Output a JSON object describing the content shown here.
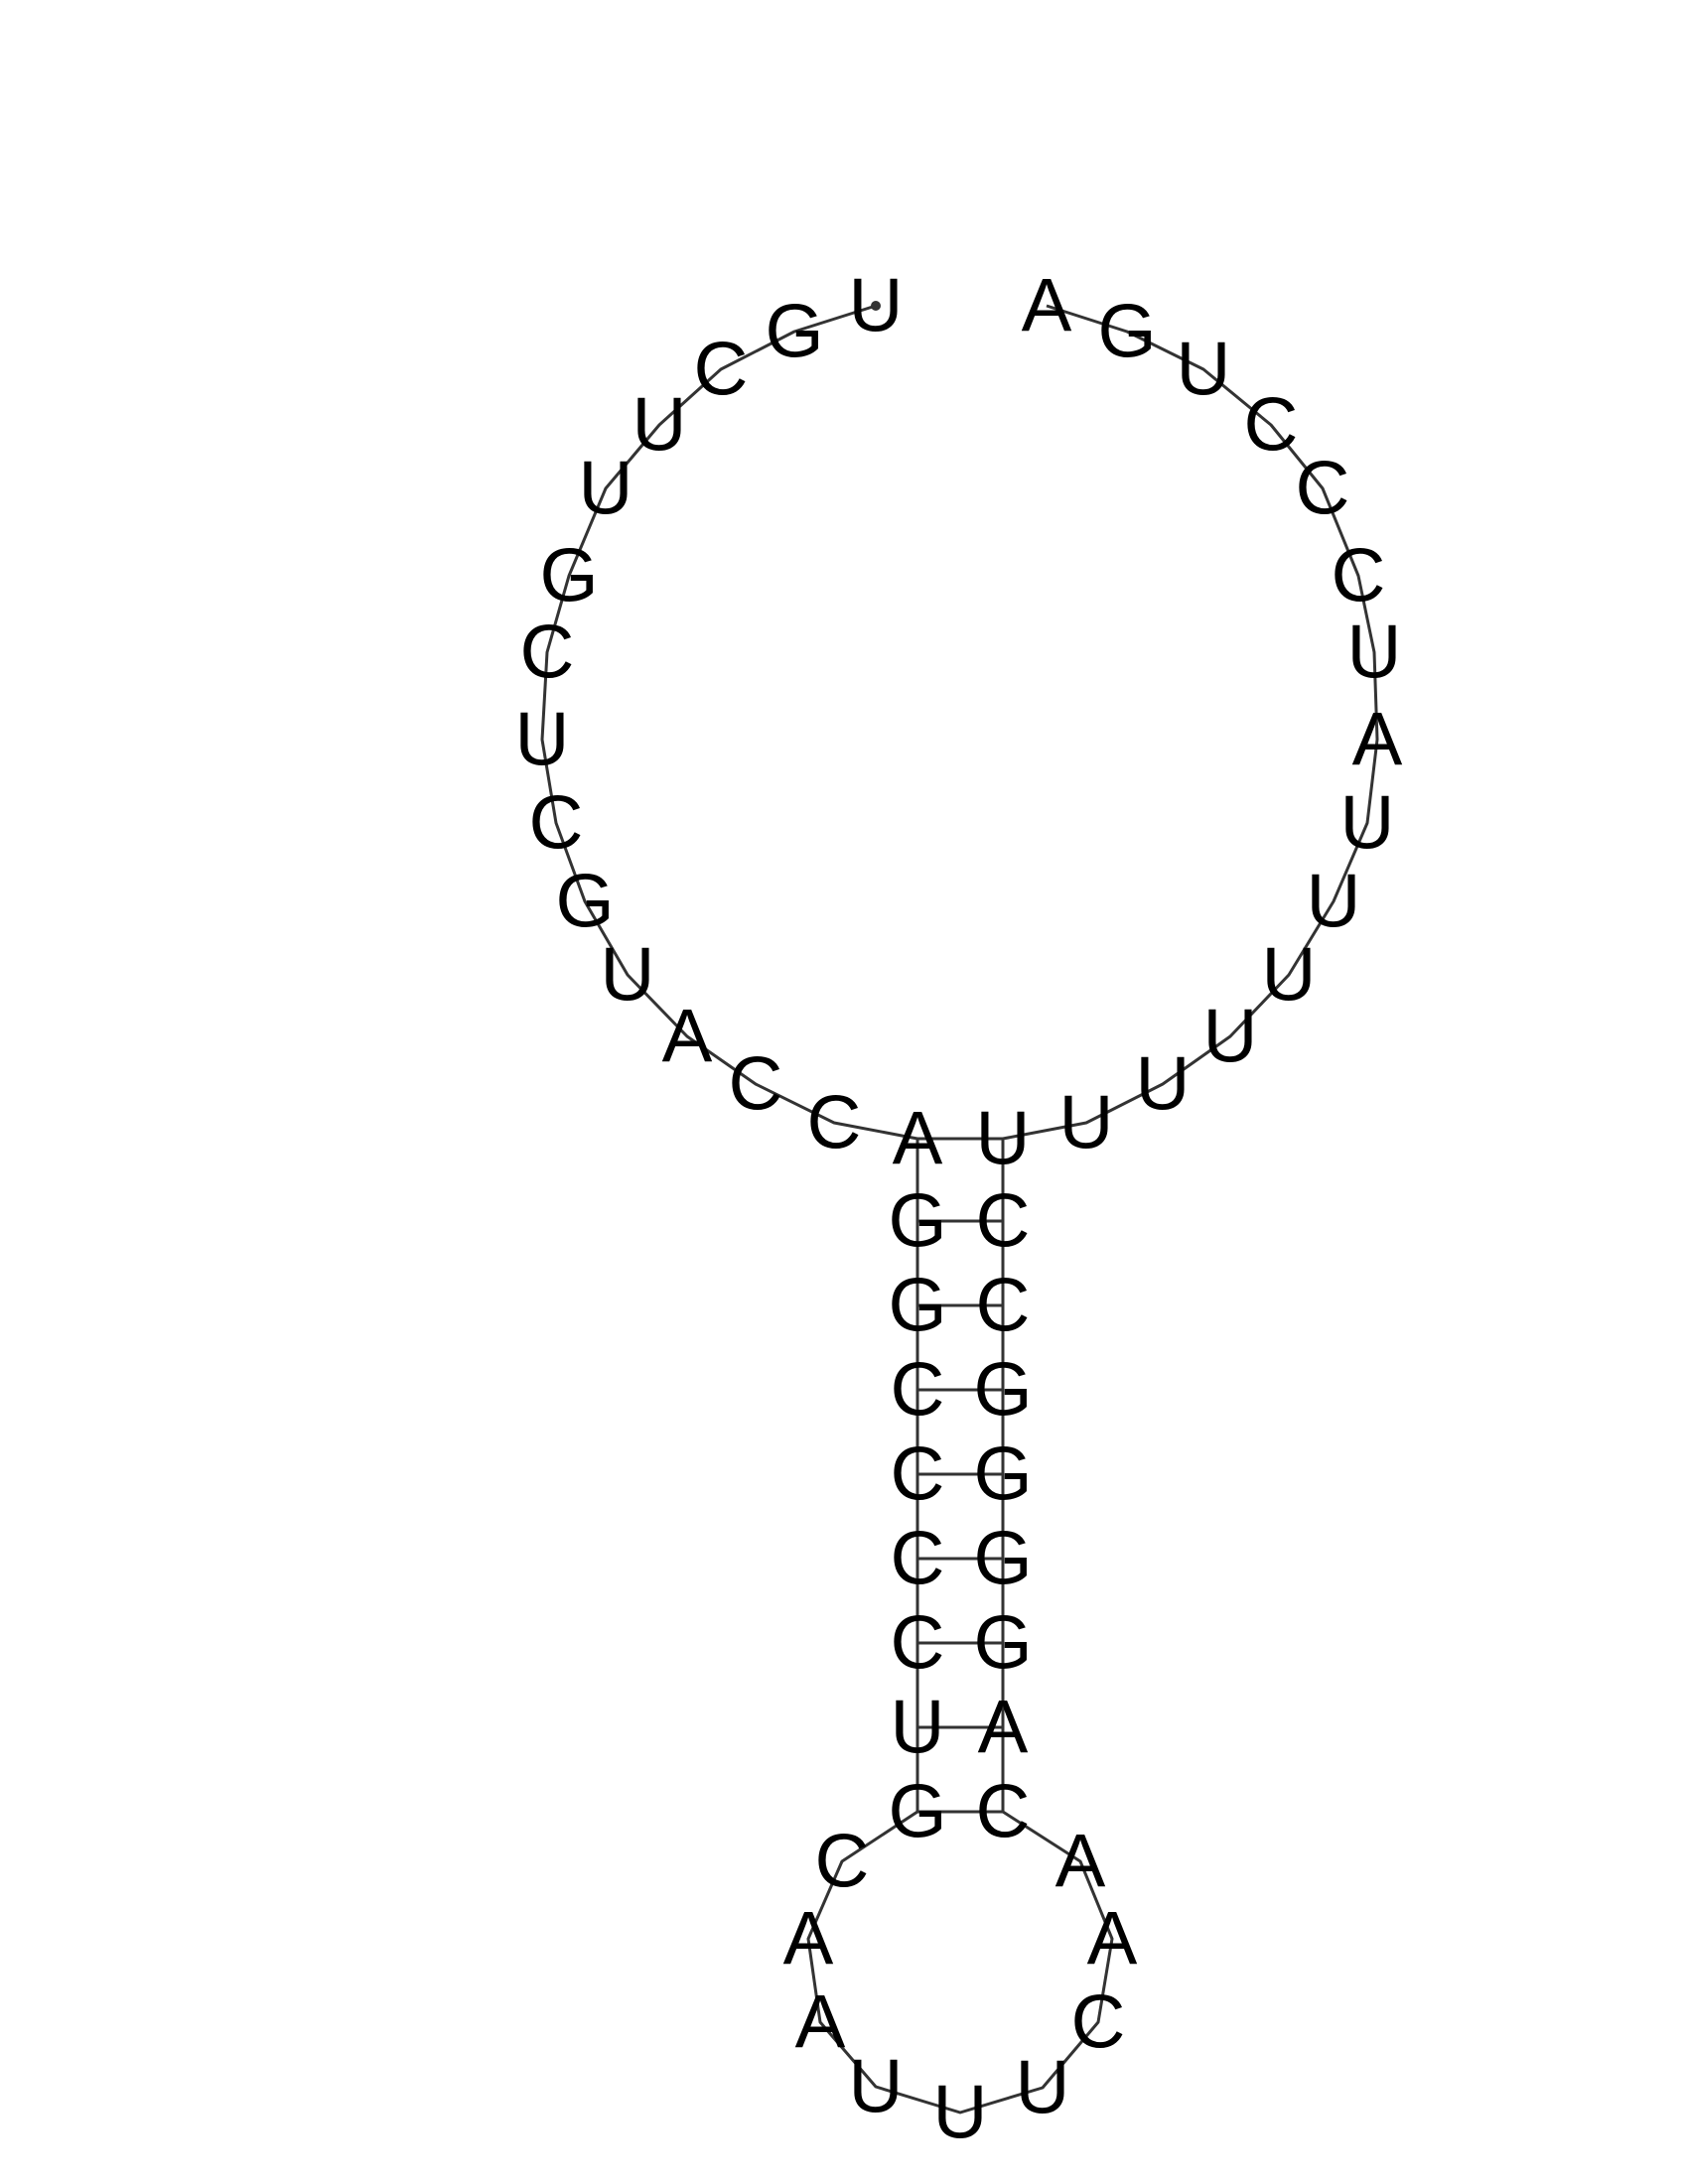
{
  "sequence": [
    "U",
    "G",
    "C",
    "U",
    "U",
    "G",
    "C",
    "U",
    "C",
    "G",
    "U",
    "A",
    "C",
    "C",
    "A",
    "G",
    "G",
    "C",
    "C",
    "C",
    "C",
    "U",
    "G",
    "C",
    "A",
    "A",
    "U",
    "U",
    "U",
    "C",
    "A",
    "A",
    "C",
    "A",
    "G",
    "G",
    "G",
    "G",
    "C",
    "C",
    "U",
    "U",
    "U",
    "U",
    "U",
    "U",
    "U",
    "A",
    "U",
    "C",
    "C",
    "C",
    "U",
    "G",
    "A"
  ],
  "base_pairs": [
    [
      14,
      40
    ],
    [
      15,
      39
    ],
    [
      16,
      38
    ],
    [
      17,
      37
    ],
    [
      18,
      36
    ],
    [
      19,
      35
    ],
    [
      20,
      34
    ],
    [
      21,
      33
    ],
    [
      22,
      32
    ]
  ],
  "colors": {
    "backbone": "#333333",
    "text": "#000000",
    "background": "#ffffff"
  }
}
